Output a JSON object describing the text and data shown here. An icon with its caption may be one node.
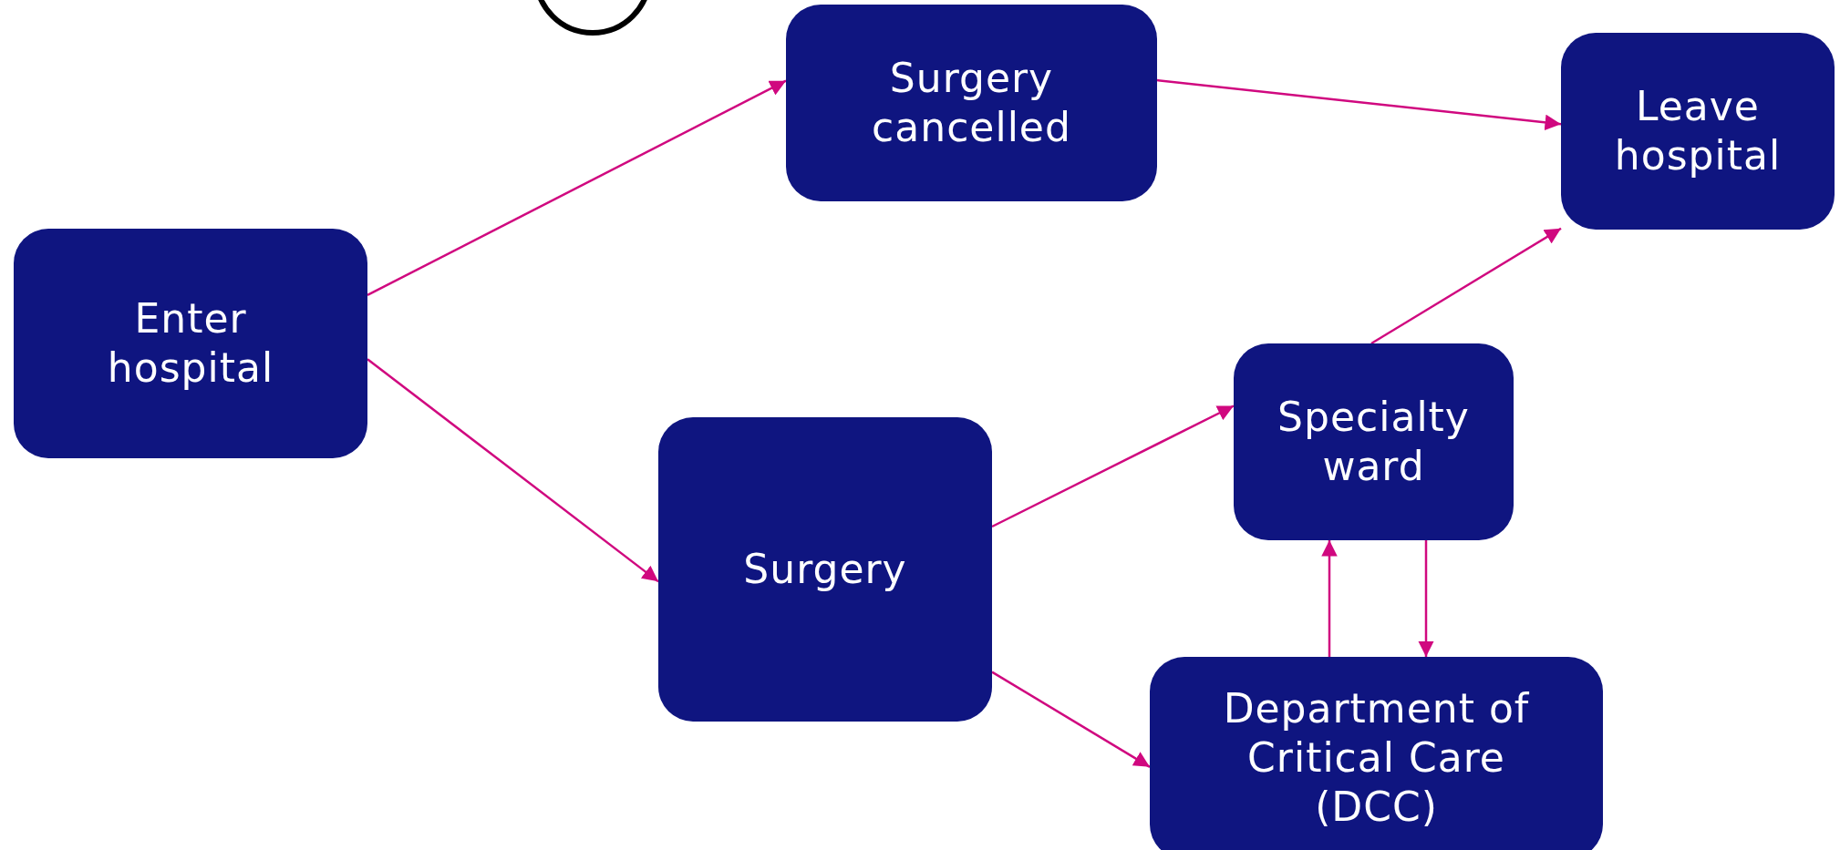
{
  "diagram": {
    "nodes": [
      {
        "text": [
          "Enter hospital"
        ]
      },
      {
        "text": [
          "Surgery cancelled"
        ]
      },
      {
        "text": [
          "Leave hospital"
        ]
      },
      {
        "text": [
          "Surgery"
        ]
      },
      {
        "text": [
          "Specialty ward"
        ]
      },
      {
        "text": [
          "Department of Critical Care (DCC)"
        ]
      },
      {
        "text": [],
        "shape": "circle"
      }
    ],
    "edges": [
      {
        "from": 0,
        "to": 1,
        "arrow": "to"
      },
      {
        "from": 0,
        "to": 3,
        "arrow": "to"
      },
      {
        "from": 1,
        "to": 2,
        "arrow": "to"
      },
      {
        "from": 3,
        "to": 4,
        "arrow": "to"
      },
      {
        "from": 3,
        "to": 5,
        "arrow": "to"
      },
      {
        "from": 4,
        "to": 2,
        "arrow": "to"
      },
      {
        "from": 5,
        "to": 4,
        "arrow": "to"
      },
      {
        "from": 4,
        "to": 5,
        "arrow": "to"
      }
    ]
  }
}
